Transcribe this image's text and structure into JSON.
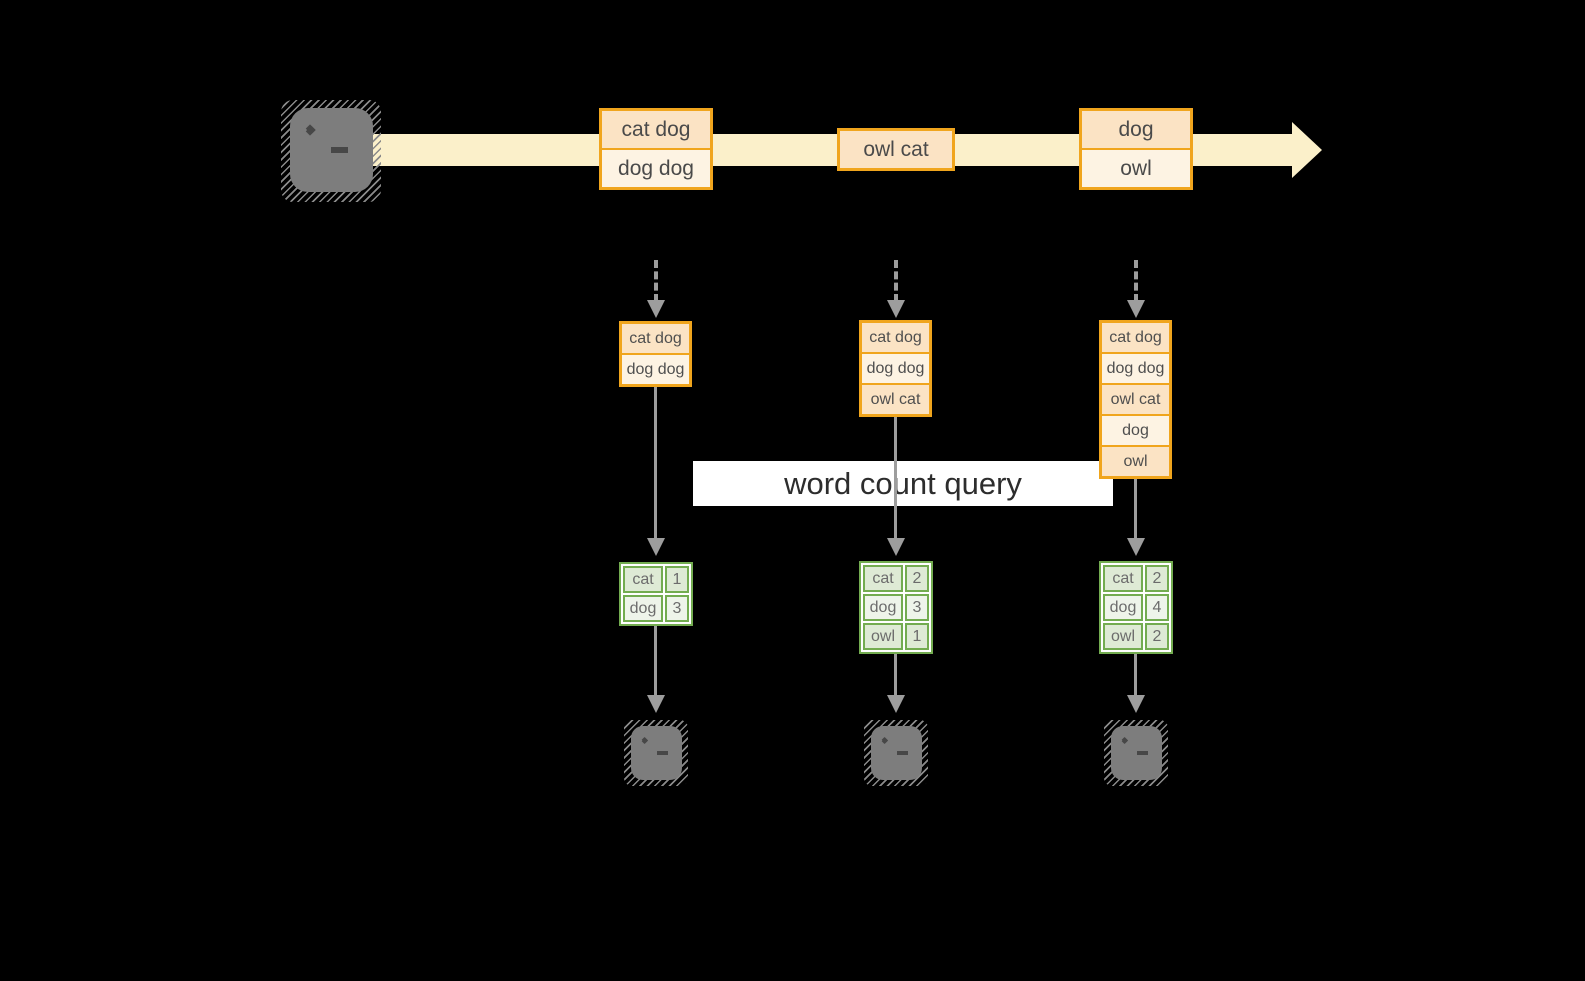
{
  "query": {
    "label": "word count query"
  },
  "source": {
    "icon": "terminal-icon"
  },
  "timeline": {
    "events": [
      {
        "rows": [
          "cat dog",
          "dog dog"
        ]
      },
      {
        "rows": [
          "owl cat"
        ]
      },
      {
        "rows": [
          "dog",
          "owl"
        ]
      }
    ]
  },
  "columns": [
    {
      "batch": [
        "cat dog",
        "dog dog"
      ],
      "counts": [
        {
          "word": "cat",
          "count": "1"
        },
        {
          "word": "dog",
          "count": "3"
        }
      ],
      "sink_icon": "terminal-icon"
    },
    {
      "batch": [
        "cat dog",
        "dog dog",
        "owl cat"
      ],
      "counts": [
        {
          "word": "cat",
          "count": "2"
        },
        {
          "word": "dog",
          "count": "3"
        },
        {
          "word": "owl",
          "count": "1"
        }
      ],
      "sink_icon": "terminal-icon"
    },
    {
      "batch": [
        "cat dog",
        "dog dog",
        "owl cat",
        "dog",
        "owl"
      ],
      "counts": [
        {
          "word": "cat",
          "count": "2"
        },
        {
          "word": "dog",
          "count": "4"
        },
        {
          "word": "owl",
          "count": "2"
        }
      ],
      "sink_icon": "terminal-icon"
    }
  ],
  "colors": {
    "amber_border": "#F0A51D",
    "peach_fill": "#FBE3C4",
    "cream_fill": "#FDF3E3",
    "stream_band": "#FBF0CA",
    "green_border": "#73AC50",
    "green_fill_dark": "#DEEAD5",
    "green_fill_light": "#EEF4EA",
    "arrow_gray": "#9D9D9D",
    "terminal_gray": "#7D7D7D",
    "background": "#000000"
  }
}
